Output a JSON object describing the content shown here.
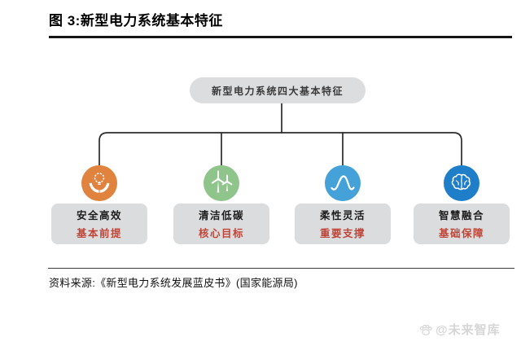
{
  "page": {
    "figure_title": "图 3:新型电力系统基本特征",
    "source_line": "资料来源:《新型电力系统发展蓝皮书》(国家能源局)",
    "watermark_text": "@未来智库"
  },
  "diagram": {
    "root_label": "新型电力系统四大基本特征",
    "nodes": [
      {
        "icon": "hands-holding-bulb-icon",
        "color": "#e0833f",
        "title": "安全高效",
        "subtitle": "基本前提"
      },
      {
        "icon": "wind-turbines-icon",
        "color": "#8fc48a",
        "title": "清洁低碳",
        "subtitle": "核心目标"
      },
      {
        "icon": "wave-curve-icon",
        "color": "#45a2d9",
        "title": "柔性灵活",
        "subtitle": "重要支撑"
      },
      {
        "icon": "brain-icon",
        "color": "#1e7ec8",
        "title": "智慧融合",
        "subtitle": "基础保障"
      }
    ],
    "colors": {
      "node_box_bg": "#dbdcde",
      "root_box_bg": "#dcdddf",
      "connector_line": "#2b2b2b",
      "subtitle_red": "#bf4538",
      "watermark_gray": "#d6d6d8"
    }
  }
}
